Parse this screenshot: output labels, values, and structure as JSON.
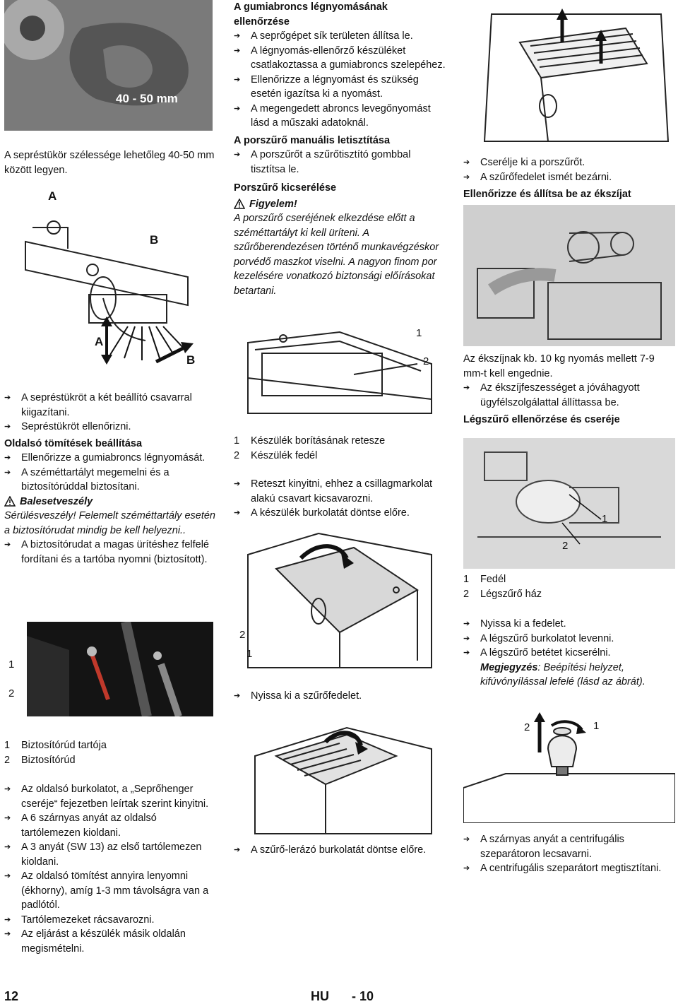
{
  "left": {
    "broom_caption": "A sepréstükör szélessége lehetőleg 40-50 mm között legyen.",
    "photo_label": "40 - 50 mm",
    "fig_labels": {
      "a": "A",
      "b": "B"
    },
    "bullets1": [
      "A sepréstükröt a két beállító csavarral kiigazítani.",
      "Sepréstükröt ellenőrizni."
    ],
    "heading_side": "Oldalsó tömítések beállítása",
    "bullets2": [
      "Ellenőrizze a gumiabroncs légnyomását.",
      "A széméttartályt megemelni és a biztosítórúddal biztosítani."
    ],
    "warning_title": "Balesetveszély",
    "warning_text": "Sérülésveszély! Felemelt széméttartály esetén a biztosítórudat mindig be kell helyezni..",
    "bullets3": [
      "A biztosítórudat a magas ürítéshez felfelé fordítani és a tartóba nyomni (biztosított)."
    ],
    "photo_nums": [
      "1",
      "2"
    ],
    "legend": [
      {
        "n": "1",
        "t": "Biztosítórúd tartója"
      },
      {
        "n": "2",
        "t": "Biztosítórúd"
      }
    ],
    "bullets4": [
      "Az oldalsó burkolatot, a „Seprőhenger cseréje“ fejezetben leírtak szerint kinyitni.",
      "A 6 szárnyas anyát az oldalsó tartólemezen kioldani.",
      "A 3 anyát (SW 13) az első tartólemezen kioldani.",
      "Az oldalsó tömítést annyira lenyomni (ékhorny), amíg 1-3 mm távolságra van a padlótól.",
      "Tartólemezeket rácsavarozni.",
      "Az eljárást a készülék másik oldalán megismételni."
    ]
  },
  "middle": {
    "heading_tire": "A gumiabroncs légnyomásának ellenőrzése",
    "bullets_tire": [
      "A seprőgépet sík területen állítsa le.",
      "A légnyomás-ellenőrző készüléket csatlakoztassa a gumiabroncs szelepéhez.",
      "Ellenőrizze a légnyomást és szükség esetén igazítsa ki a nyomást.",
      "A megengedett abroncs levegőnyomást lásd a műszaki adatoknál."
    ],
    "heading_filter_clean": "A porszűrő manuális letisztítása",
    "bullets_filter_clean": [
      "A porszűrőt a szűrőtisztító gombbal tisztítsa le."
    ],
    "heading_filter_change": "Porszűrő kicserélése",
    "caution_title": "Figyelem!",
    "caution_text": "A porszűrő cseréjének elkezdése előtt a széméttartályt ki kell üríteni. A szűrőberendezésen történő munkavégzéskor porvédő maszkot viselni. A nagyon finom por kezelésére vonatkozó biztonsági előírásokat betartani.",
    "fig_nums": [
      "1",
      "2"
    ],
    "legend": [
      {
        "n": "1",
        "t": "Készülék borításának retesze"
      },
      {
        "n": "2",
        "t": "Készülék fedél"
      }
    ],
    "bullets_open": [
      "Reteszt kinyitni, ehhez a csillagmarkolat alakú csavart kicsavarozni.",
      "A készülék burkolatát döntse előre."
    ],
    "fig2_nums": [
      "2",
      "1"
    ],
    "bullets_filter_lid": [
      "Nyissa ki a szűrőfedelet."
    ],
    "bullets_tilt": [
      "A szűrő-lerázó burkolatát döntse előre."
    ]
  },
  "right": {
    "bullets_replace": [
      "Cserélje ki a porszűrőt.",
      "A szűrőfedelet ismét bezárni."
    ],
    "heading_belt": "Ellenőrizze és állítsa be az ékszíjat",
    "belt_text": "Az ékszíjnak kb. 10 kg nyomás mellett 7-9 mm-t kell engednie.",
    "bullets_belt": [
      "Az ékszíjfeszességet a jóváhagyott ügyfélszolgálattal állíttassa be."
    ],
    "heading_air": "Légszűrő ellenőrzése és cseréje",
    "fig_nums": [
      "1",
      "2"
    ],
    "legend": [
      {
        "n": "1",
        "t": "Fedél"
      },
      {
        "n": "2",
        "t": "Légszűrő ház"
      }
    ],
    "bullets_air": [
      "Nyissa ki a fedelet.",
      "A légszűrő burkolatot levenni.",
      "A légszűrő betétet kicserélni."
    ],
    "note_label": "Megjegyzés",
    "note_text": ": Beépítési helyzet, kifúvónyílással lefelé (lásd az ábrát).",
    "fig2_nums": [
      "2",
      "1"
    ],
    "bullets_sep": [
      "A szárnyas anyát a centrifugális szeparátoron lecsavarni.",
      "A centrifugális szeparátort megtisztítani."
    ]
  },
  "footer": {
    "page": "12",
    "lang": "HU",
    "sub": "- 10"
  }
}
